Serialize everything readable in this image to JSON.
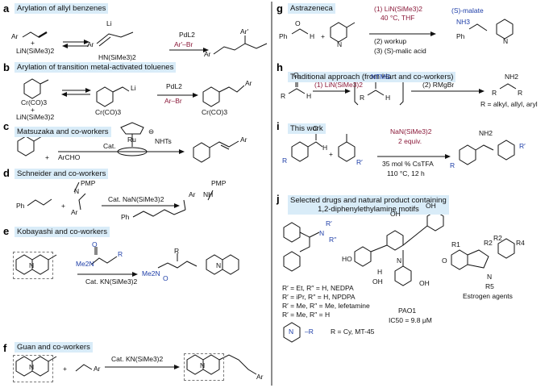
{
  "panels": {
    "a": {
      "letter": "a",
      "title": "Arylation of allyl benzenes",
      "reagent1": "Ar",
      "reagent2": "+",
      "reagent3": "LiN(SiMe3)2",
      "mid_li": "Li",
      "mid_ar": "Ar",
      "mid_amine": "HN(SiMe3)2",
      "arrow_top": "PdL2",
      "arrow_bottom": "Ar′–Br",
      "product_ar1": "Ar′",
      "product_ar2": "Ar"
    },
    "b": {
      "letter": "b",
      "title": "Arylation of transition metal-activated toluenes",
      "cr1": "Cr(CO)3",
      "plus": "+",
      "base": "LiN(SiMe3)2",
      "li": "Li",
      "cr2": "Cr(CO)3",
      "arrow_top": "PdL2",
      "arrow_bottom": "Ar–Br",
      "cr3": "Cr(CO)3",
      "ar": "Ar"
    },
    "c": {
      "letter": "c",
      "title": "Matsuzaka and co-workers",
      "anion": "⊖",
      "nhts": "NHTs",
      "ru": "Ru",
      "cat": "Cat.",
      "plus": "+",
      "reagent": "ArCHO",
      "ar": "Ar"
    },
    "d": {
      "letter": "d",
      "title": "Schneider and co-workers",
      "ph": "Ph",
      "plus": "+",
      "pmp": "PMP",
      "n": "N",
      "ar": "Ar",
      "arrow_label": "Cat. NaN(SiMe3)2",
      "p_pmp": "PMP",
      "p_nh": "NH",
      "p_ar": "Ar",
      "p_ph": "Ph"
    },
    "e": {
      "letter": "e",
      "title": "Kobayashi and co-workers",
      "n": "N",
      "me2n": "Me2N",
      "o": "O",
      "r": "R",
      "arrow_label": "Cat. KN(SiMe3)2",
      "p_me2n": "Me2N",
      "p_o": "O",
      "p_r": "R",
      "p_n": "N"
    },
    "f": {
      "letter": "f",
      "title": "Guan and co-workers",
      "n": "N",
      "plus": "+",
      "ar": "Ar",
      "arrow_label": "Cat. KN(SiMe3)2",
      "p_n": "N",
      "p_ar": "Ar"
    },
    "g": {
      "letter": "g",
      "title": "Astrazeneca",
      "ph": "Ph",
      "o": "O",
      "h": "H",
      "plus": "+",
      "n": "N",
      "step1": "(1) LiN(SiMe3)2",
      "step1b": "40 °C, THF",
      "step2": "(2) workup",
      "step3": "(3) (S)-malic acid",
      "salt": "(S)-malate",
      "nh3": "NH3",
      "p_ph": "Ph",
      "p_n": "N"
    },
    "h": {
      "letter": "h",
      "title": "Traditional approach (from Hart and co-workers)",
      "o": "O",
      "r": "R",
      "h": "H",
      "step1": "(1) LiN(SiMe3)2",
      "ntms": "NTMS",
      "r2": "R",
      "h2": "H",
      "step2": "(2) RMgBr",
      "nh2": "NH2",
      "p_r1": "R",
      "p_r2": "R",
      "r_def": "R = alkyl, allyl, aryl"
    },
    "i": {
      "letter": "i",
      "title": "This work",
      "o": "O",
      "h": "H",
      "r": "R",
      "plus": "+",
      "r_prime": "R′",
      "cond1": "NaN(SiMe3)2",
      "cond2": "2 equiv.",
      "cond3": "35 mol % CsTFA",
      "cond4": "110 °C, 12 h",
      "nh2": "NH2",
      "p_r": "R",
      "p_r_prime": "R′"
    },
    "j": {
      "letter": "j",
      "title_line1": "Selected drugs and natural product containing",
      "title_line2": "1,2-diphenylethylamine motifs",
      "n": "N",
      "r1": "R′",
      "r2": "R′′",
      "drug1": "R′ = Et,  R′′ = H, NEDPA",
      "drug2": "R′ = iPr,  R′′ = H, NPDPA",
      "drug3": "R′ = Me,  R′′ = Me, lefetamine",
      "drug4": "R′ = Me,  R′′ = H",
      "pip_n": "N",
      "pip_r": "–R",
      "mt45": "R = Cy, MT-45",
      "oh": "OH",
      "ho": "HO",
      "h": "H",
      "pao": "PAO1",
      "ic50": "IC50 = 9.8 μM",
      "o": "O",
      "er1": "R1",
      "er2": "R2",
      "er3": "R2",
      "er4": "R4",
      "er5": "R5",
      "en": "N",
      "estrogen": "Estrogen agents"
    }
  }
}
